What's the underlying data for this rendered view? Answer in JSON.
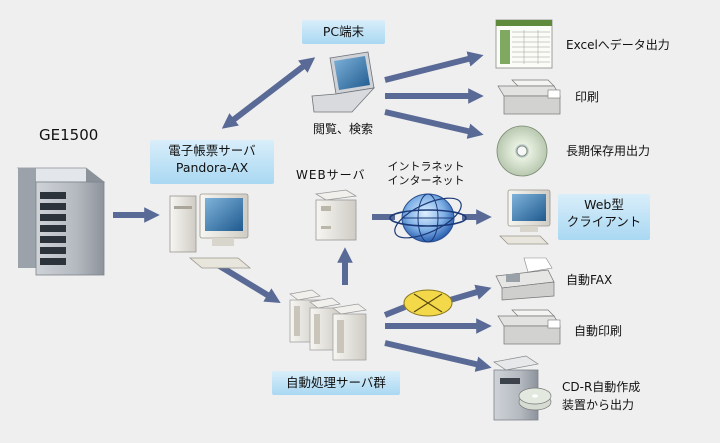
{
  "server": {
    "label": "GE1500"
  },
  "pandora": {
    "line1": "電子帳票サーバ",
    "line2": "Pandora-AX"
  },
  "pc_terminal": {
    "label": "PC端末",
    "caption": "閲覧、検索"
  },
  "web_server": {
    "label": "WEBサーバ"
  },
  "network": {
    "line1": "イントラネット",
    "line2": "インターネット"
  },
  "auto_servers": {
    "label": "自動処理サーバ群"
  },
  "outputs": {
    "excel": "Excelへデータ出力",
    "print": "印刷",
    "archive": "長期保存用出力",
    "web_client_line1": "Web型",
    "web_client_line2": "クライアント",
    "auto_fax": "自動FAX",
    "auto_print": "自動印刷",
    "cdr_line1": "CD-R自動作成",
    "cdr_line2": "装置から出力"
  },
  "colors": {
    "arrow": "#5a6a96",
    "label_box": "#b9e1f6",
    "background": "#efefef"
  }
}
